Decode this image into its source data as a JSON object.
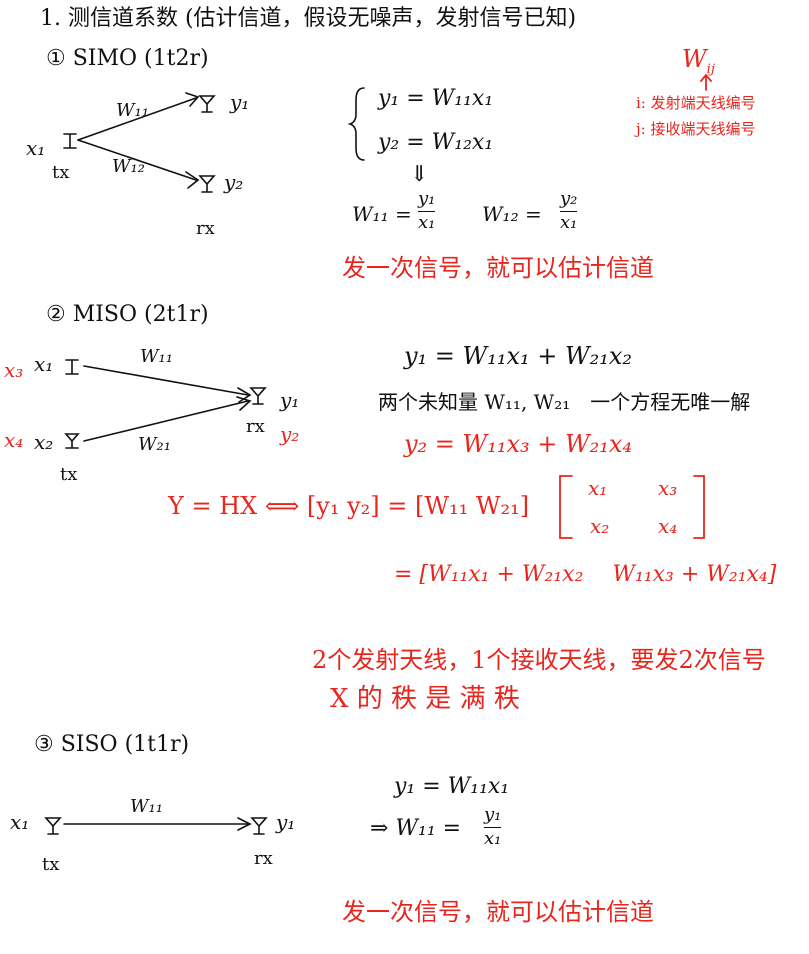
{
  "title": "1. 测信道系数 (估计信道，假设无噪声，发射信号已知)",
  "notation": {
    "symbol": "W",
    "sub": "ij",
    "note1": "i: 发射端天线编号",
    "note2": "j: 接收端天线编号"
  },
  "simo": {
    "heading": "① SIMO (1t2r)",
    "x1": "x₁",
    "tx": "tx",
    "rx": "rx",
    "w11": "W₁₁",
    "w12": "W₁₂",
    "y1": "y₁",
    "y2": "y₂",
    "eq1": "y₁ = W₁₁x₁",
    "eq2": "y₂ = W₁₂x₁",
    "arrow": "⇓",
    "sol1_lhs": "W₁₁ =",
    "sol1_num": "y₁",
    "sol1_den": "x₁",
    "sol2_lhs": "W₁₂ =",
    "sol2_num": "y₂",
    "sol2_den": "x₁",
    "note": "发一次信号，就可以估计信道"
  },
  "miso": {
    "heading": "② MISO (2t1r)",
    "x3": "x₃",
    "x1": "x₁",
    "x4": "x₄",
    "x2": "x₂",
    "tx": "tx",
    "rx": "rx",
    "w11": "W₁₁",
    "w21": "W₂₁",
    "y1": "y₁",
    "y2": "y₂",
    "eq1": "y₁ = W₁₁x₁ + W₂₁x₂",
    "text1": "两个未知量 W₁₁, W₂₁　一个方程无唯一解",
    "eq2": "y₂ = W₁₁x₃ + W₂₁x₄",
    "matrix_lhs": "Y = HX ⟺ [y₁ y₂] = [W₁₁  W₂₁]",
    "m11": "x₁",
    "m12": "x₃",
    "m21": "x₂",
    "m22": "x₄",
    "expand": "= [W₁₁x₁ + W₂₁x₂　 W₁₁x₃ + W₂₁x₄]",
    "note1": "2个发射天线，1个接收天线，要发2次信号",
    "note2": "X 的 秩 是 满 秩"
  },
  "siso": {
    "heading": "③ SISO (1t1r)",
    "x1": "x₁",
    "tx": "tx",
    "rx": "rx",
    "w11": "W₁₁",
    "y1": "y₁",
    "eq1": "y₁ = W₁₁x₁",
    "sol_lhs": "⇒ W₁₁ =",
    "sol_num": "y₁",
    "sol_den": "x₁",
    "note": "发一次信号，就可以估计信道"
  },
  "colors": {
    "ink": "#111111",
    "red": "#e8261d"
  }
}
